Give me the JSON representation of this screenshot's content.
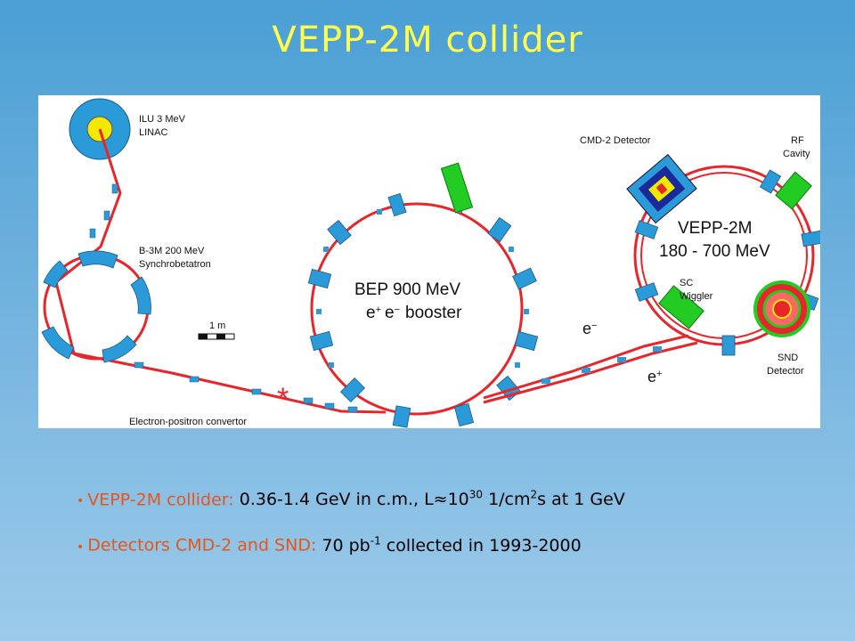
{
  "title": "VEPP-2M collider",
  "diagram": {
    "linac": {
      "line1": "ILU 3 MeV",
      "line2": "LINAC"
    },
    "synchro": {
      "line1": "B-3M 200 MeV",
      "line2": "Synchrobetatron"
    },
    "scale": "1 m",
    "booster": {
      "line1": "BEP 900 MeV",
      "line2_a": "e",
      "line2_b": "e",
      "line2_c": "booster",
      "sup_plus": "+",
      "sup_minus": "−"
    },
    "convertor": "Electron-positron convertor",
    "cmd2": "CMD-2 Detector",
    "rf": {
      "line1": "RF",
      "line2": "Cavity"
    },
    "vepp": {
      "line1": "VEPP-2M",
      "line2": "180 - 700 MeV"
    },
    "wiggler": {
      "line1": "SC",
      "line2": "Wiggler"
    },
    "snd": {
      "line1": "SND",
      "line2": "Detector"
    },
    "electron": {
      "base": "e",
      "sup": "−"
    },
    "positron": {
      "base": "e",
      "sup": "+"
    }
  },
  "bullets": {
    "b1_label": "VEPP-2M collider:",
    "b1_value_a": " 0.36-1.4 GeV in c.m., L≈10",
    "b1_sup1": "30",
    "b1_value_b": " 1/cm",
    "b1_sup2": "2",
    "b1_value_c": "s at 1 GeV",
    "b2_label": "Detectors CMD-2 and SND:",
    "b2_value_a": " 70 pb",
    "b2_sup": "-1",
    "b2_value_b": " collected in 1993-2000"
  },
  "colors": {
    "beam": "#e8252a",
    "magnet": "#2a9ad8",
    "green": "#22cc22",
    "title": "#ffff4d",
    "accent": "#e8551a"
  }
}
